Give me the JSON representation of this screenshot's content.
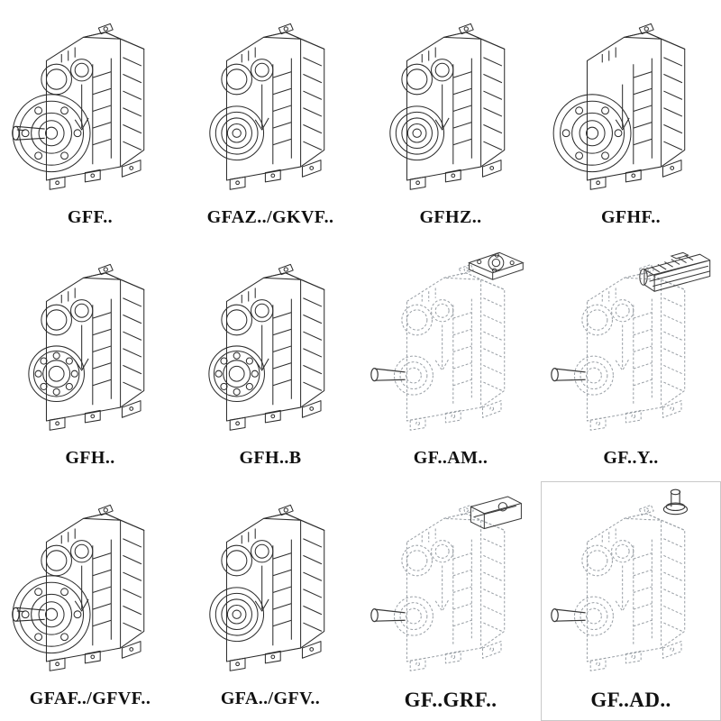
{
  "page": {
    "background": "#ffffff"
  },
  "catalog": {
    "title": "parallel-shaft-helical-gearbox-variants",
    "items": [
      {
        "label": "GFF..",
        "drawing": "gearbox-flange-shaft-drawing",
        "line_style": "solid"
      },
      {
        "label": "GFAZ../GKVF..",
        "drawing": "gearbox-hollow-bore-drawing",
        "line_style": "solid"
      },
      {
        "label": "GFHZ..",
        "drawing": "gearbox-hollow-bore-drawing",
        "line_style": "solid"
      },
      {
        "label": "GFHF..",
        "drawing": "gearbox-output-flange-drawing",
        "line_style": "solid"
      },
      {
        "label": "GFH..",
        "drawing": "gearbox-foot-mounted-bearing-drawing",
        "line_style": "solid"
      },
      {
        "label": "GFH..B",
        "drawing": "gearbox-foot-mounted-bearing-drawing",
        "line_style": "solid"
      },
      {
        "label": "GF..AM..",
        "drawing": "gearbox-input-flange-top-drawing",
        "line_style": "dashed"
      },
      {
        "label": "GF..Y..",
        "drawing": "gearbox-with-motor-drawing",
        "line_style": "dashed"
      },
      {
        "label": "GFAF../GFVF..",
        "drawing": "gearbox-flange-shaft-drawing",
        "line_style": "solid"
      },
      {
        "label": "GFA../GFV..",
        "drawing": "gearbox-hollow-bore-drawing",
        "line_style": "solid"
      },
      {
        "label": "GF..GRF..",
        "drawing": "gearbox-input-adapter-drawing",
        "line_style": "dashed"
      },
      {
        "label": "GF..AD..",
        "drawing": "gearbox-input-shaft-top-drawing",
        "line_style": "dashed"
      }
    ],
    "colors": {
      "solid_line": "#2c2c2c",
      "dashed_line": "#9aa0a6",
      "attachment_line": "#3a3a3a",
      "box_border": "#c8c8c8"
    }
  }
}
